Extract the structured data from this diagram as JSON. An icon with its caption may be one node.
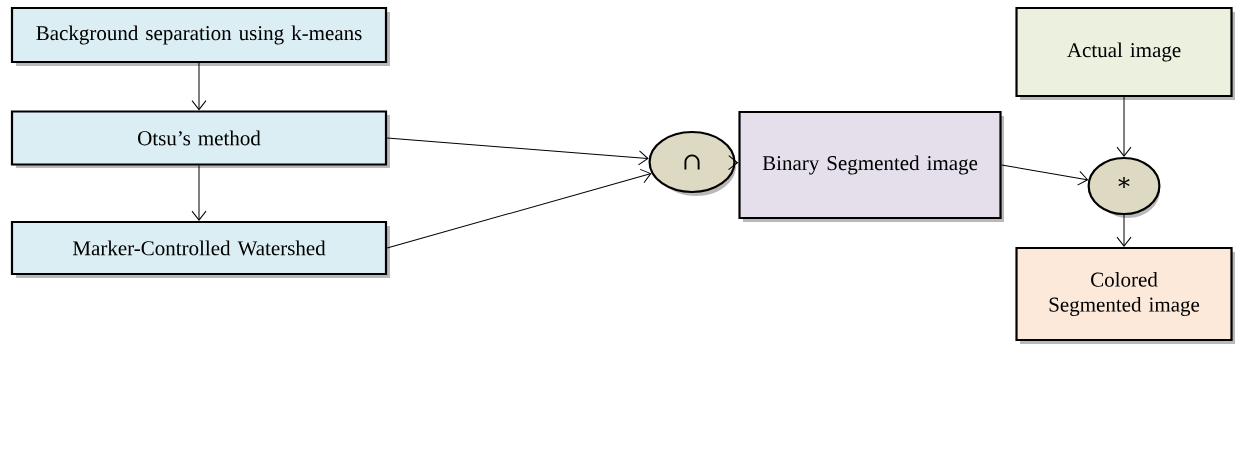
{
  "diagram": {
    "nodes": [
      {
        "text": [
          "Background separation using k-means"
        ]
      },
      {
        "text": [
          "Otsu’s method"
        ]
      },
      {
        "text": [
          "Marker-Controlled Watershed"
        ]
      },
      {
        "text": [
          "∩"
        ]
      },
      {
        "text": [
          "Binary Segmented image"
        ]
      },
      {
        "text": [
          "Actual image"
        ]
      },
      {
        "text": [
          "*"
        ]
      },
      {
        "text": [
          "Colored Segmented image"
        ]
      }
    ],
    "edges": [
      {
        "from": 0,
        "to": 1,
        "arrow": "to"
      },
      {
        "from": 1,
        "to": 2,
        "arrow": "to"
      },
      {
        "from": 1,
        "to": 3,
        "arrow": "to"
      },
      {
        "from": 2,
        "to": 3,
        "arrow": "to"
      },
      {
        "from": 3,
        "to": 4,
        "arrow": "to"
      },
      {
        "from": 4,
        "to": 6,
        "arrow": "to"
      },
      {
        "from": 5,
        "to": 6,
        "arrow": "to"
      },
      {
        "from": 6,
        "to": 7,
        "arrow": "to"
      }
    ]
  }
}
